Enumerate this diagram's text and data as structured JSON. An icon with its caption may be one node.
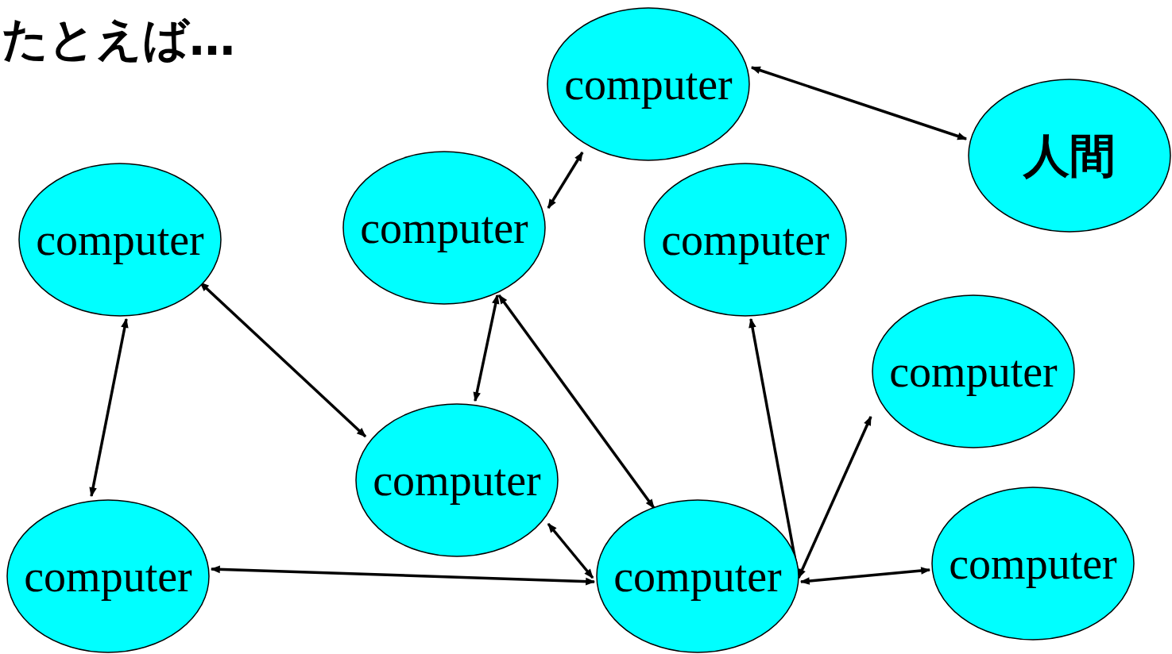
{
  "diagram": {
    "title": "たとえば…",
    "nodes": [
      {
        "text": [
          "computer"
        ]
      },
      {
        "text": [
          "人間"
        ]
      },
      {
        "text": [
          "computer"
        ]
      },
      {
        "text": [
          "computer"
        ]
      },
      {
        "text": [
          "computer"
        ]
      },
      {
        "text": [
          "computer"
        ]
      },
      {
        "text": [
          "computer"
        ]
      },
      {
        "text": [
          "computer"
        ]
      },
      {
        "text": [
          "computer"
        ]
      },
      {
        "text": [
          "computer"
        ]
      }
    ],
    "edges": [
      {
        "from": 0,
        "to": 1,
        "arrow": "both"
      },
      {
        "from": 2,
        "to": 0,
        "arrow": "both"
      },
      {
        "from": 3,
        "to": 7,
        "arrow": "both"
      },
      {
        "from": 3,
        "to": 6,
        "arrow": "both"
      },
      {
        "from": 2,
        "to": 6,
        "arrow": "both"
      },
      {
        "from": 2,
        "to": 8,
        "arrow": "both"
      },
      {
        "from": 6,
        "to": 8,
        "arrow": "both"
      },
      {
        "from": 7,
        "to": 8,
        "arrow": "both"
      },
      {
        "from": 4,
        "to": 8,
        "arrow": "both"
      },
      {
        "from": 8,
        "to": 5,
        "arrow": "both"
      },
      {
        "from": 8,
        "to": 9,
        "arrow": "both"
      }
    ]
  }
}
